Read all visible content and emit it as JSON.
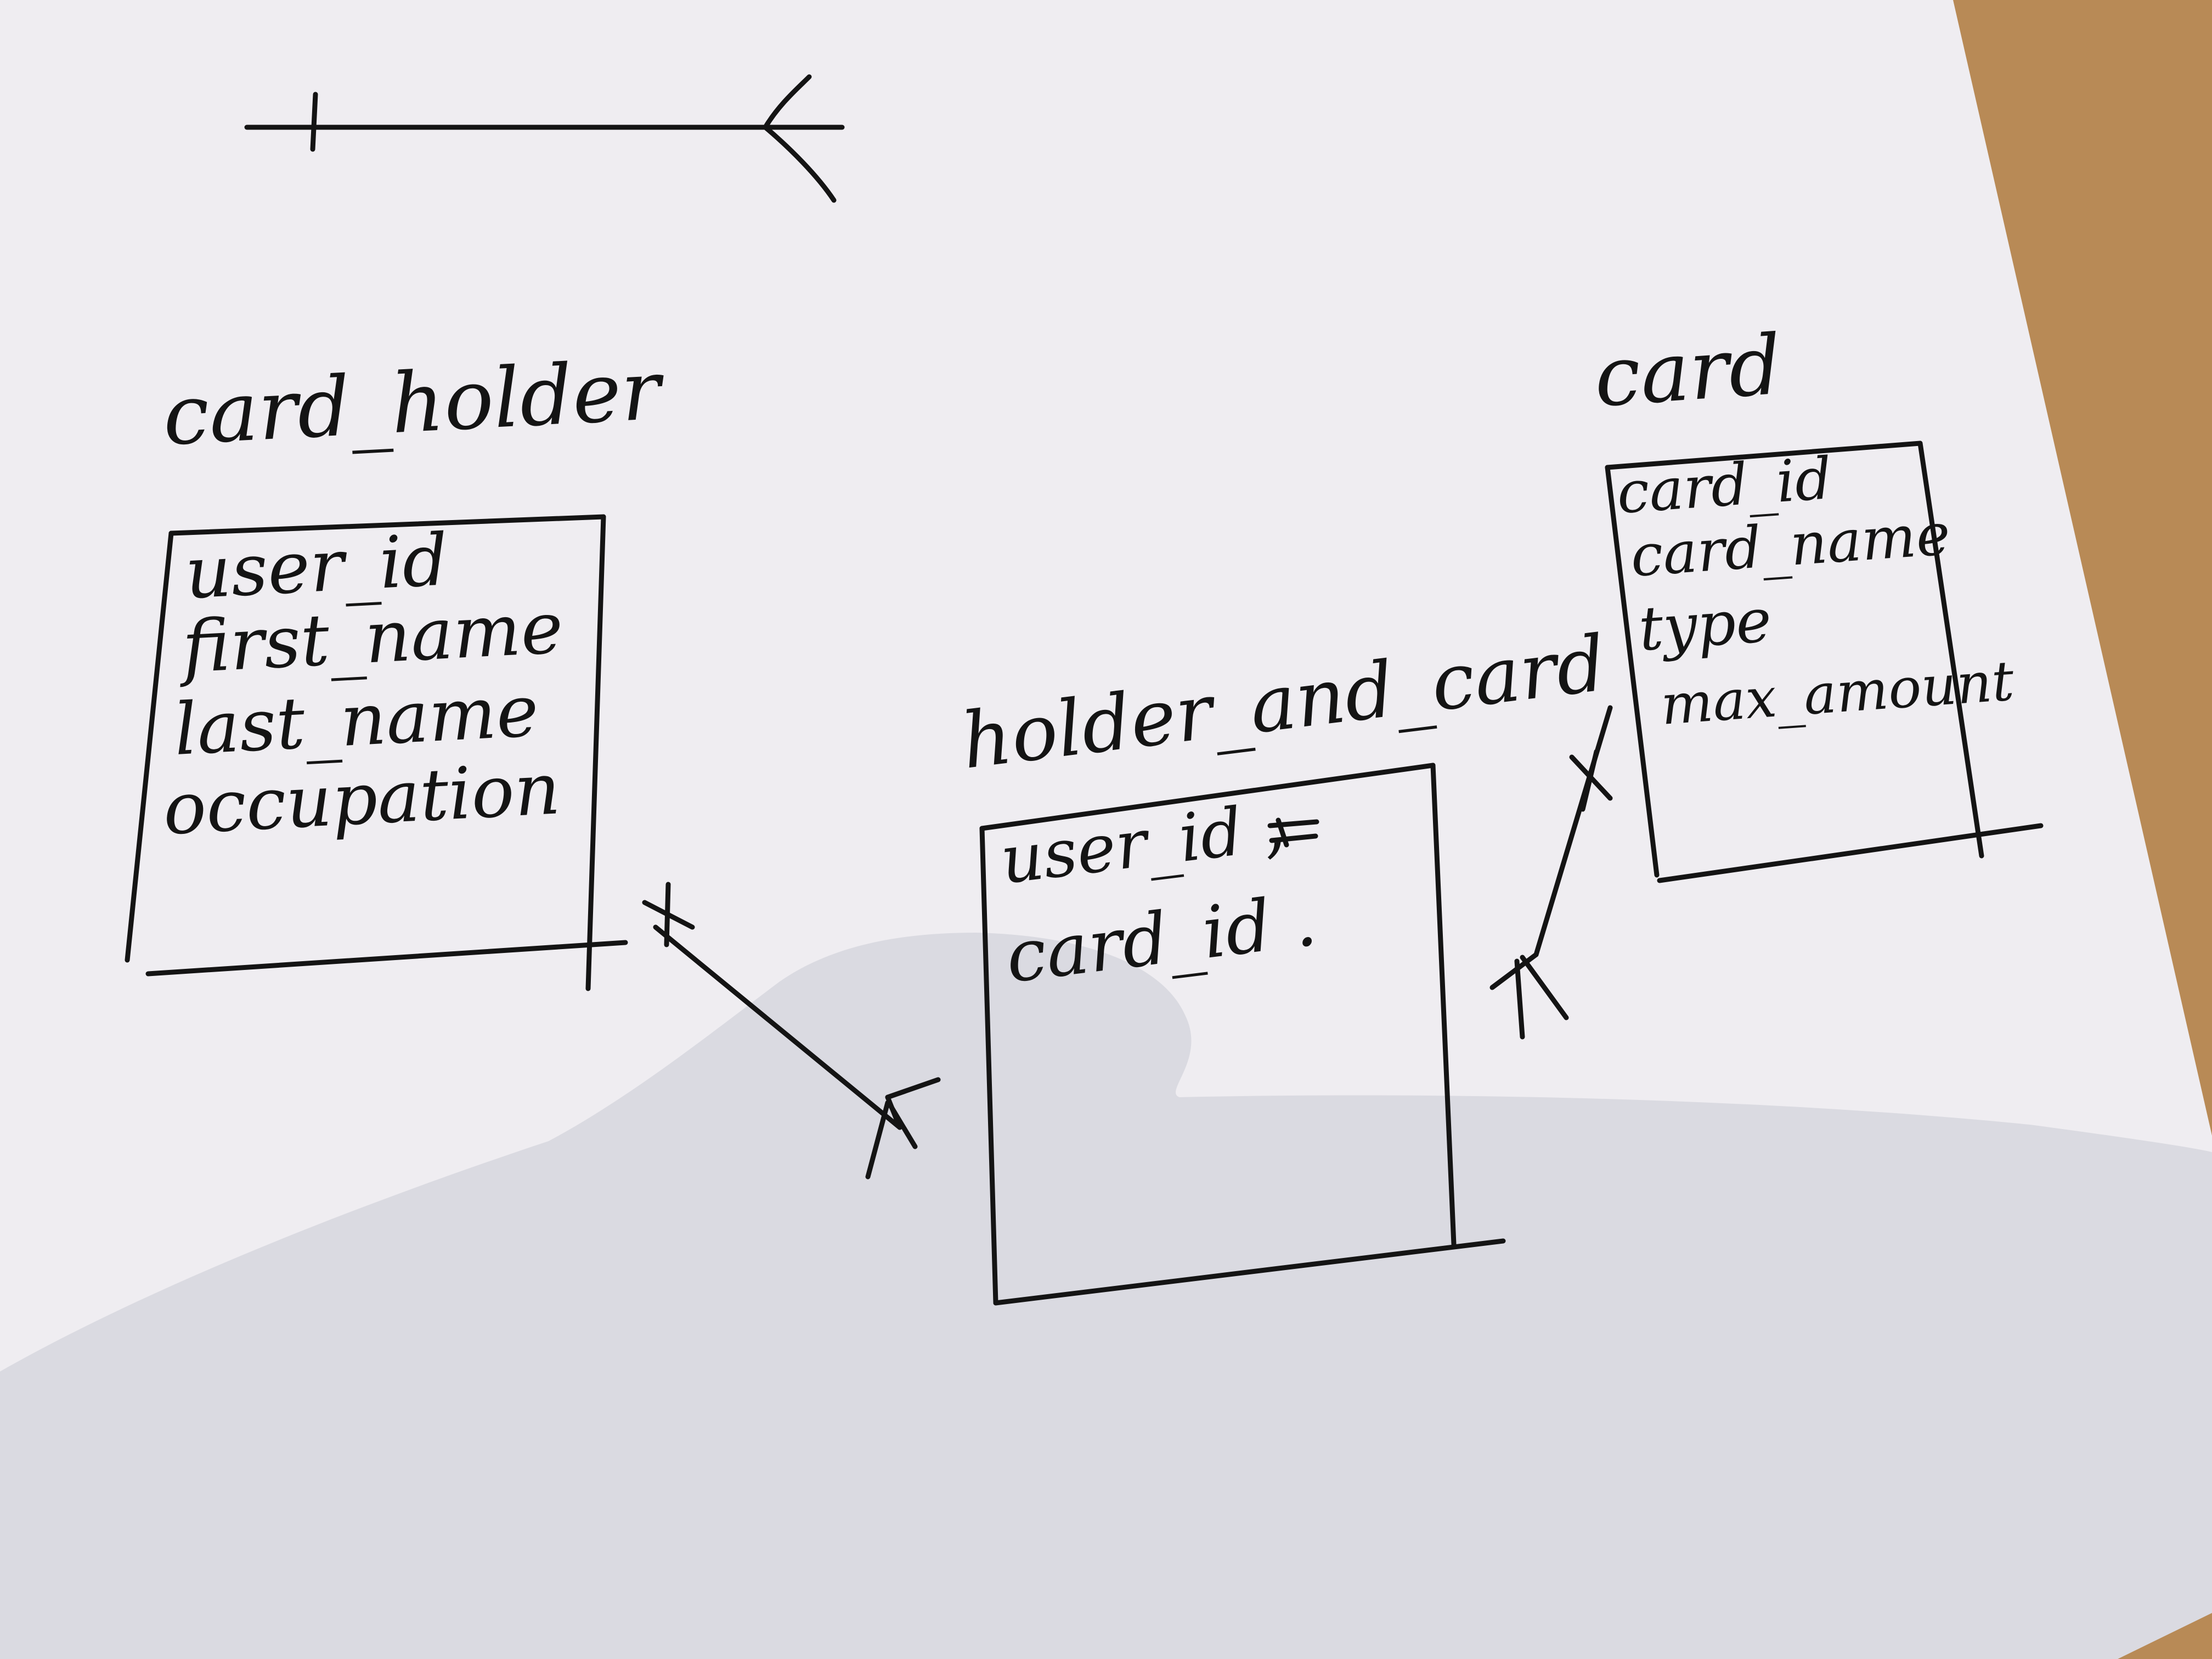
{
  "colors": {
    "paper": "#efedf1",
    "paper_shadow": "#c9cbd4",
    "desk": "#b88a56",
    "ink": "#141414"
  },
  "legend": {
    "symbol": "one-to-many crow's foot notation"
  },
  "entities": [
    {
      "id": "card_holder",
      "title": "card_holder",
      "fields": [
        "user_id",
        "first_name",
        "last_name",
        "occupation"
      ]
    },
    {
      "id": "holder_and_card",
      "title": "holder_and_card",
      "fields": [
        "user_id ,",
        "card_id ."
      ]
    },
    {
      "id": "card",
      "title": "card",
      "fields": [
        "card_id",
        "card_name",
        "type",
        "max_amount"
      ]
    }
  ],
  "relationships": [
    {
      "from": "card_holder",
      "to": "holder_and_card",
      "from_cardinality": "one",
      "to_cardinality": "many"
    },
    {
      "from": "card",
      "to": "holder_and_card",
      "from_cardinality": "one",
      "to_cardinality": "many"
    }
  ]
}
